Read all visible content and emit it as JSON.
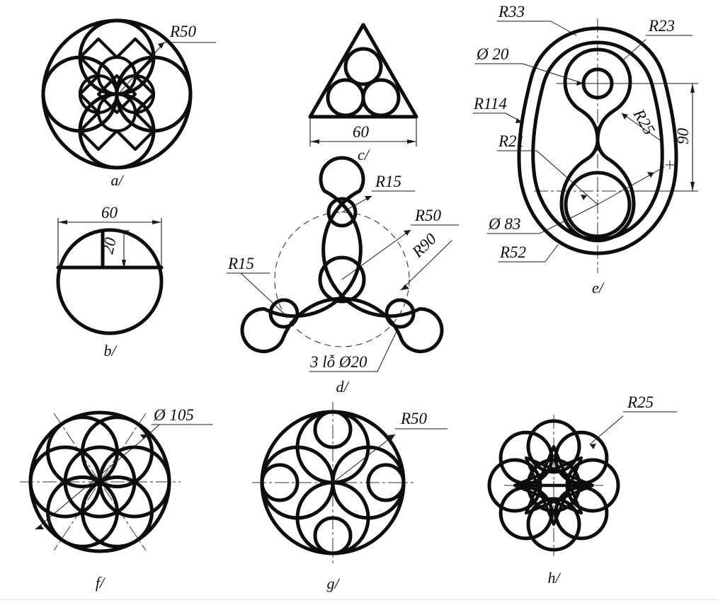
{
  "sheet": {
    "title": "Geometric construction exercises",
    "background_color": "#ffffff",
    "line_color": "#0d0d0d"
  },
  "figures": [
    {
      "id": "a",
      "caption": "a/",
      "description": "Rosette: outer circle with four inner circles through the centre and a four-point star",
      "labels": [
        {
          "name": "radius-r50",
          "text": "R50"
        }
      ]
    },
    {
      "id": "b",
      "caption": "b/",
      "description": "Circle with horizontal chord and vertical offset line",
      "labels": [
        {
          "name": "width-60",
          "text": "60"
        },
        {
          "name": "height-20",
          "text": "20"
        }
      ]
    },
    {
      "id": "c",
      "caption": "c/",
      "description": "Equilateral triangle with three inscribed circles",
      "labels": [
        {
          "name": "base-60",
          "text": "60"
        }
      ]
    },
    {
      "id": "d",
      "caption": "d/",
      "description": "Three-lobed flange plate with central bore and three bolt holes",
      "labels": [
        {
          "name": "radius-r15-right",
          "text": "R15"
        },
        {
          "name": "radius-r15-left",
          "text": "R15"
        },
        {
          "name": "radius-r50",
          "text": "R50"
        },
        {
          "name": "radius-r90",
          "text": "R90"
        },
        {
          "name": "holes-note",
          "text": "3 lỗ Ø20"
        }
      ]
    },
    {
      "id": "e",
      "caption": "e/",
      "description": "Egg-shaped cam plate with two bores and an inner contour slot",
      "labels": [
        {
          "name": "radius-r33",
          "text": "R33"
        },
        {
          "name": "radius-r23",
          "text": "R23"
        },
        {
          "name": "diameter-20",
          "text": "Ø 20"
        },
        {
          "name": "radius-r114",
          "text": "R114"
        },
        {
          "name": "radius-r25",
          "text": "R25"
        },
        {
          "name": "radius-r21",
          "text": "R21"
        },
        {
          "name": "height-90",
          "text": "90"
        },
        {
          "name": "diameter-83",
          "text": "Ø 83"
        },
        {
          "name": "radius-r52",
          "text": "R52"
        }
      ]
    },
    {
      "id": "f",
      "caption": "f/",
      "description": "Seven equal circles packed inside a larger circle",
      "labels": [
        {
          "name": "diameter-105",
          "text": "Ø 105"
        }
      ]
    },
    {
      "id": "g",
      "caption": "g/",
      "description": "Rosette of four large circles and four small circles inside an outer circle",
      "labels": [
        {
          "name": "radius-r50",
          "text": "R50"
        }
      ]
    },
    {
      "id": "h",
      "caption": "h/",
      "description": "Eight circles on a bolt circle with star polygon and a central circle",
      "labels": [
        {
          "name": "radius-r25",
          "text": "R25"
        }
      ]
    }
  ]
}
